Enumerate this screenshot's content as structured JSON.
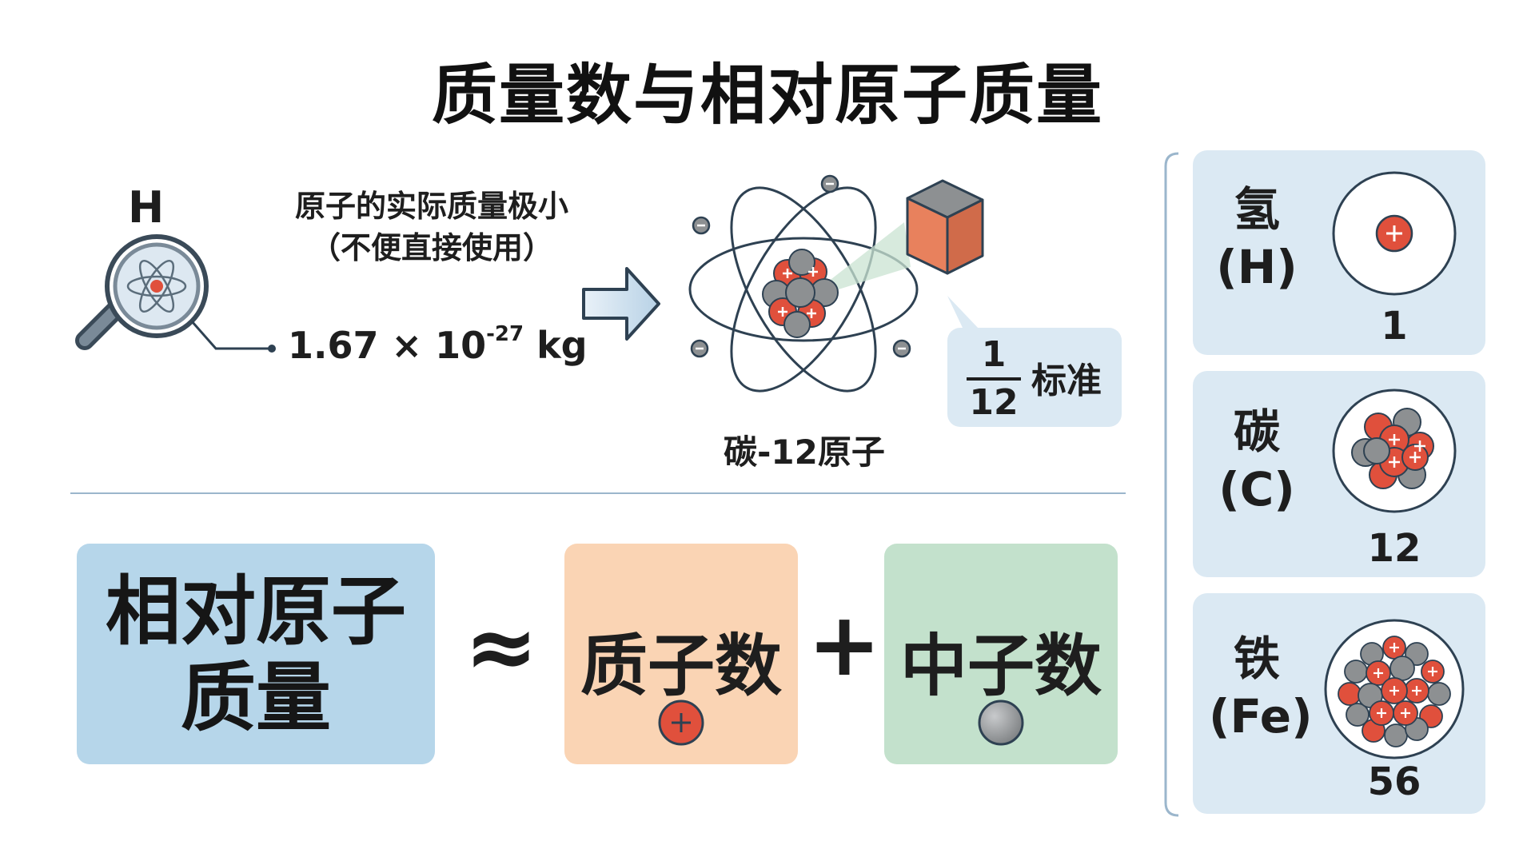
{
  "title": "质量数与相对原子质量",
  "top": {
    "element_letter": "H",
    "note_line1": "原子的实际质量极小",
    "note_line2": "（不便直接使用）",
    "mass_base": "1.67 × 10",
    "mass_exp": "-27",
    "mass_unit": " kg",
    "carbon_label": "碳-12原子",
    "frac_num": "1",
    "frac_den": "12",
    "standard_label": "标准"
  },
  "equation": {
    "left_line1": "相对原子",
    "left_line2": "质量",
    "approx": "≈",
    "proton_label": "质子数",
    "plus": "+",
    "neutron_label": "中子数"
  },
  "elements": [
    {
      "name": "氢",
      "symbol": "(H)",
      "value": "1"
    },
    {
      "name": "碳",
      "symbol": "(C)",
      "value": "12"
    },
    {
      "name": "铁",
      "symbol": "(Fe)",
      "value": "56"
    }
  ],
  "colors": {
    "proton": "#e0503c",
    "neutron": "#8d9092",
    "panel_blue": "#b6d6ea",
    "panel_orange": "#fad4b4",
    "panel_green": "#c3e1cc",
    "card_bg": "#dbe9f3",
    "line": "#2e4152"
  }
}
